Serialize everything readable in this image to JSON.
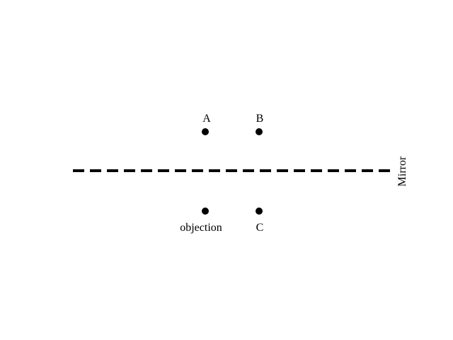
{
  "diagram": {
    "mirror": {
      "label": "Mirror",
      "style": "dashed",
      "color": "#000000"
    },
    "points": [
      {
        "id": "object",
        "label": "objection",
        "side": "below-mirror"
      },
      {
        "id": "C",
        "label": "C",
        "side": "below-mirror"
      },
      {
        "id": "A",
        "label": "A",
        "side": "above-mirror"
      },
      {
        "id": "B",
        "label": "B",
        "side": "above-mirror"
      }
    ],
    "point_color": "#000000"
  }
}
